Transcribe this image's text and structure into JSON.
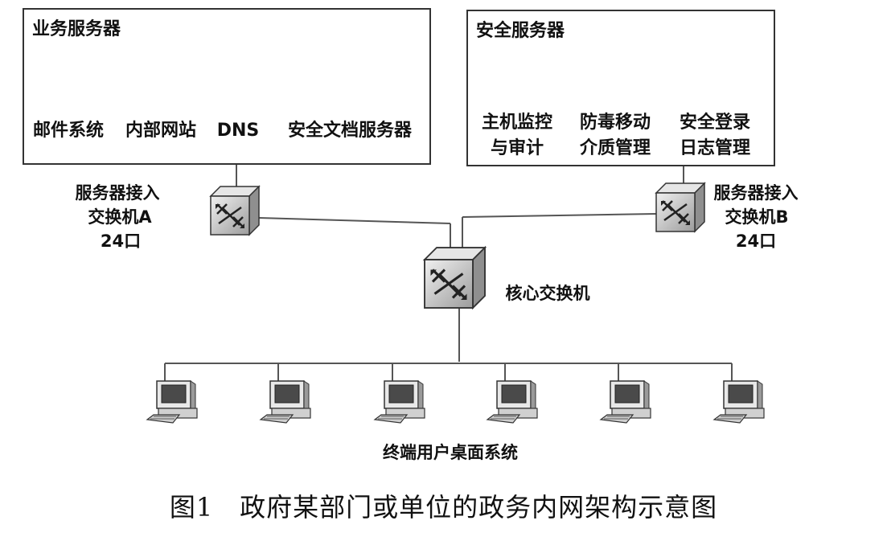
{
  "business_group": {
    "title": "业务服务器",
    "servers": [
      "邮件系统",
      "内部网站",
      "DNS",
      "安全文档服务器"
    ]
  },
  "security_group": {
    "title": "安全服务器",
    "servers": [
      {
        "line1": "主机监控",
        "line2": "与审计"
      },
      {
        "line1": "防毒移动",
        "line2": "介质管理"
      },
      {
        "line1": "安全登录",
        "line2": "日志管理"
      }
    ]
  },
  "switch_a": {
    "line1": "服务器接入",
    "line2": "交换机A",
    "line3": "24口"
  },
  "switch_b": {
    "line1": "服务器接入",
    "line2": "交换机B",
    "line3": "24口"
  },
  "core_switch": {
    "label": "核心交换机"
  },
  "terminals": {
    "label": "终端用户桌面系统",
    "count": 6
  },
  "caption": "图1　政府某部门或单位的政务内网架构示意图"
}
